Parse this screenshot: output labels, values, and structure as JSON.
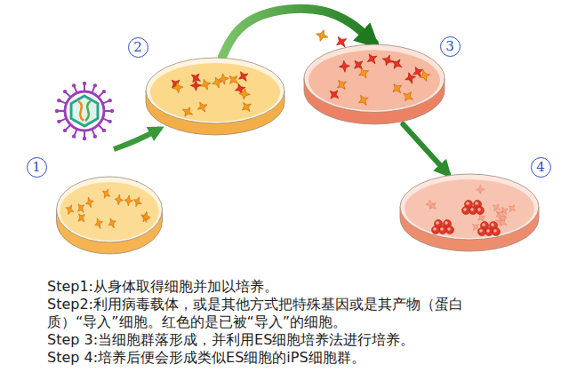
{
  "diagram": {
    "nodes": [
      {
        "text": [
          "1"
        ]
      },
      {
        "text": [
          "2"
        ]
      },
      {
        "text": [
          "3"
        ]
      },
      {
        "text": [
          "4"
        ]
      }
    ],
    "edges": [
      {
        "from": 1,
        "to": 2,
        "arrow": "to"
      },
      {
        "from": 2,
        "to": 3,
        "arrow": "to"
      }
    ],
    "labels": [
      "Step1:从身体取得细胞并加以培养。",
      "Step2:利用病毒载体，或是其他方式把特殊基因或是其产物（蛋白质）“导入”细胞。红色的是已被“导入”的细胞。",
      "Step 3:当细胞群落形成，并利用ES细胞培养法进行培养。",
      "Step 4:培养后便会形成类似ES细胞的iPS细胞群。"
    ]
  }
}
